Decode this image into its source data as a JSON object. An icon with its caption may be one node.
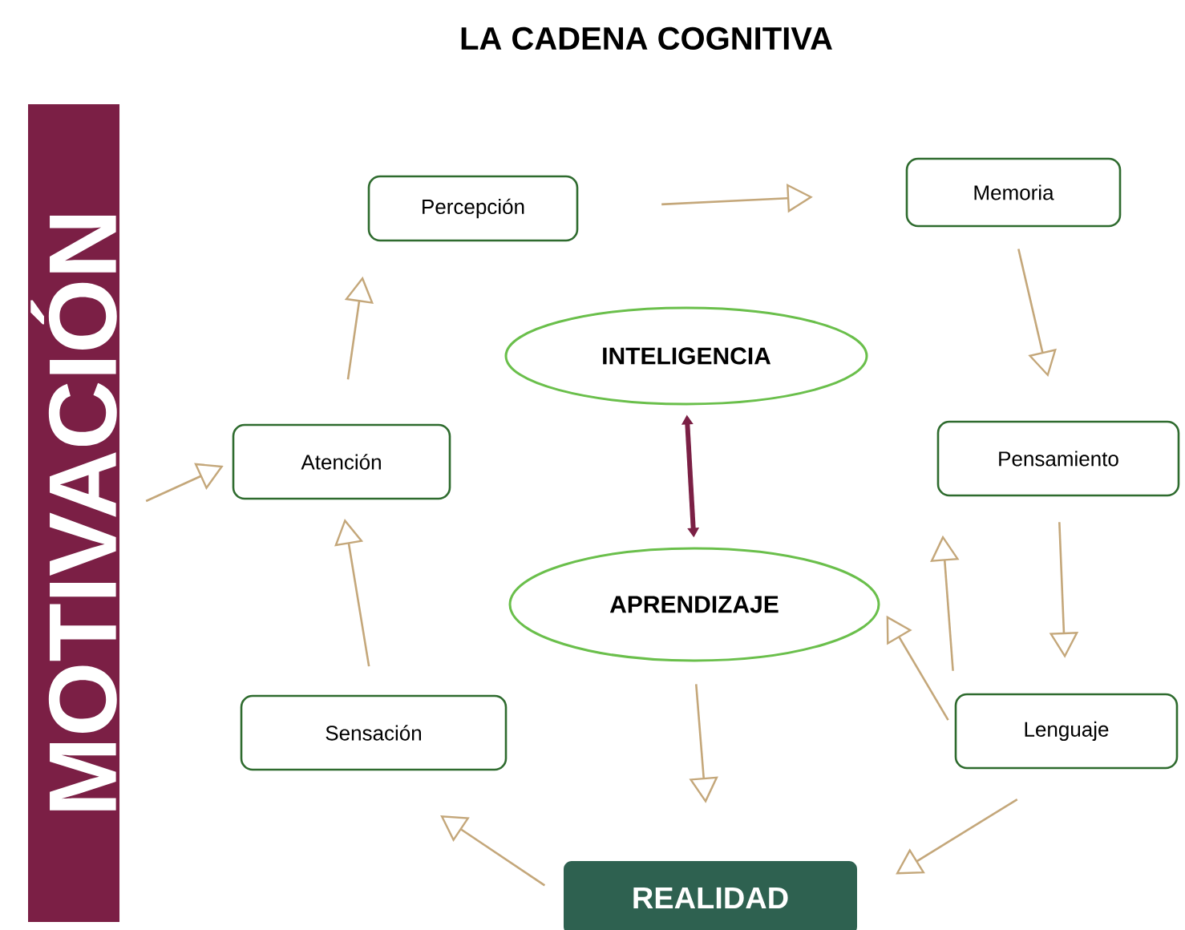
{
  "diagram": {
    "title": "LA CADENA COGNITIVA",
    "nodes": [
      {
        "text": [
          "MOTIVACIÓN"
        ]
      },
      {
        "text": [
          "Percepción"
        ]
      },
      {
        "text": [
          "Memoria"
        ]
      },
      {
        "text": [
          "INTELIGENCIA"
        ]
      },
      {
        "text": [
          "Atención"
        ]
      },
      {
        "text": [
          "Pensamiento"
        ]
      },
      {
        "text": [
          "APRENDIZAJE"
        ]
      },
      {
        "text": [
          "Sensación"
        ]
      },
      {
        "text": [
          "Lenguaje"
        ]
      },
      {
        "text": [
          "REALIDAD"
        ]
      }
    ],
    "edges": [
      {
        "from": 0,
        "to": 4,
        "arrow": "to"
      },
      {
        "from": 4,
        "to": 1,
        "arrow": "to"
      },
      {
        "from": 1,
        "to": 2,
        "arrow": "to"
      },
      {
        "from": 2,
        "to": 5,
        "arrow": "to"
      },
      {
        "from": 5,
        "to": 8,
        "arrow": "to"
      },
      {
        "from": 8,
        "to": 5,
        "arrow": "to"
      },
      {
        "from": 8,
        "to": 6,
        "arrow": "to"
      },
      {
        "from": 8,
        "to": 9,
        "arrow": "to"
      },
      {
        "from": 9,
        "to": 7,
        "arrow": "to"
      },
      {
        "from": 7,
        "to": 4,
        "arrow": "to"
      },
      {
        "from": 6,
        "to": 9,
        "arrow": "to"
      },
      {
        "from": 3,
        "to": 6,
        "arrow": "both",
        "style": "thick",
        "color": "#7b2045"
      }
    ]
  }
}
